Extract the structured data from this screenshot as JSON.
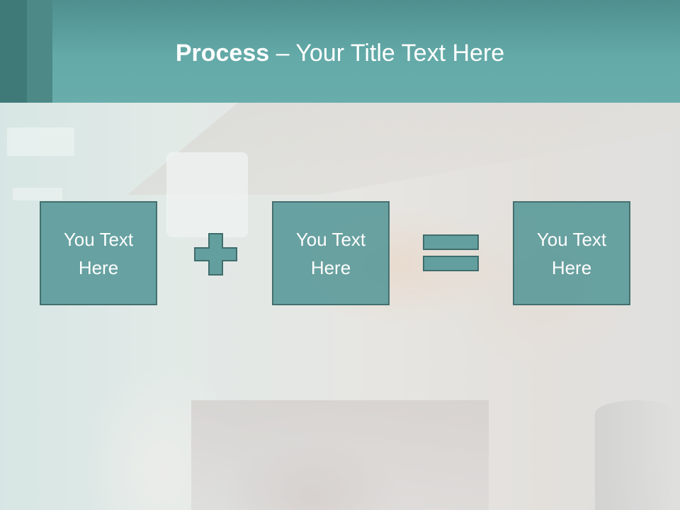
{
  "slide": {
    "title_bold": "Process",
    "title_rest": " – Your Title Text Here"
  },
  "process": {
    "boxes": [
      {
        "text": "You Text\nHere"
      },
      {
        "text": "You Text\nHere"
      },
      {
        "text": "You Text\nHere"
      }
    ],
    "operators": [
      "plus-icon",
      "equals-icon"
    ]
  },
  "colors": {
    "header": "#63aaa8",
    "box_fill": "#649f9f",
    "box_border": "#3f6d6c",
    "text": "#ffffff"
  }
}
